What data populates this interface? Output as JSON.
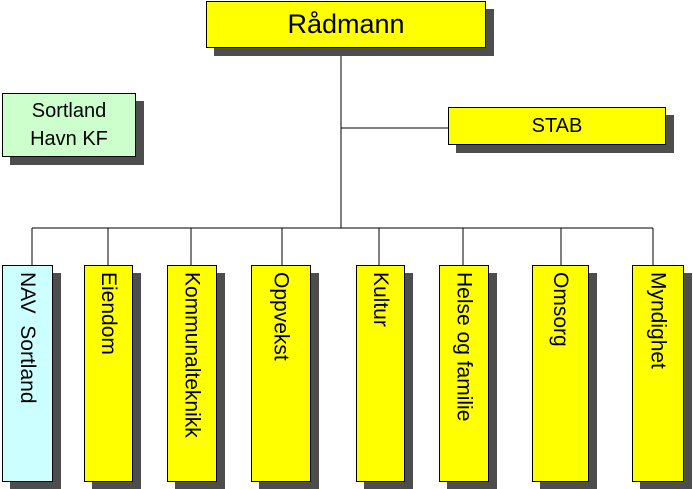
{
  "root": {
    "label": "Rådmann"
  },
  "stab": {
    "label": "STAB"
  },
  "separate_unit": {
    "line1": "Sortland",
    "line2": "Havn KF"
  },
  "units": [
    {
      "label": "NAV  Sortland",
      "color": "#ccffff"
    },
    {
      "label": "Eiendom",
      "color": "#ffff00"
    },
    {
      "label": "Kommunalteknikk",
      "color": "#ffff00"
    },
    {
      "label": "Oppvekst",
      "color": "#ffff00"
    },
    {
      "label": "Kultur",
      "color": "#ffff00"
    },
    {
      "label": "Helse og familie",
      "color": "#ffff00"
    },
    {
      "label": "Omsorg",
      "color": "#ffff00"
    },
    {
      "label": "Myndighet",
      "color": "#ffff00"
    }
  ]
}
